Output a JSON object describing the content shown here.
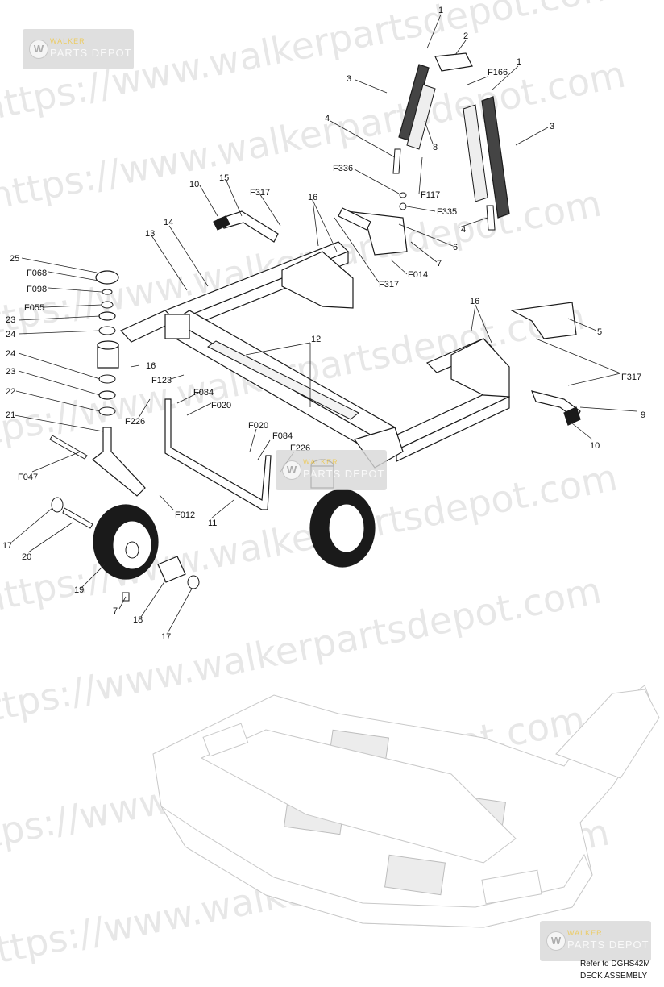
{
  "watermark": {
    "url_text": "https://www.walkerpartsdepot.com",
    "logo_top": "WALKER",
    "logo_bottom": "PARTS DEPOT",
    "logo_letter": "W"
  },
  "part_labels": {
    "p1a": "1",
    "p2": "2",
    "p3a": "3",
    "f166": "F166",
    "p1b": "1",
    "p3b": "3",
    "p4a": "4",
    "p8": "8",
    "f336": "F336",
    "f117": "F117",
    "f335": "F335",
    "p4b": "4",
    "p10a": "10",
    "p15": "15",
    "f317a": "F317",
    "p16a": "16",
    "p6": "6",
    "p7a": "7",
    "f014": "F014",
    "f317b": "F317",
    "p25": "25",
    "p14": "14",
    "p13": "13",
    "f068": "F068",
    "f098": "F098",
    "f055": "F055",
    "p23a": "23",
    "p24a": "24",
    "p16b": "16",
    "p5": "5",
    "p12": "12",
    "p24b": "24",
    "p16c": "16",
    "p23b": "23",
    "f123": "F123",
    "f317c": "F317",
    "p22": "22",
    "f084a": "F084",
    "f020a": "F020",
    "f226a": "F226",
    "p9": "9",
    "p21": "21",
    "f020b": "F020",
    "f084b": "F084",
    "p10b": "10",
    "f226b": "F226",
    "f047": "F047",
    "f012": "F012",
    "p11": "11",
    "p17a": "17",
    "p20": "20",
    "p19": "19",
    "p7b": "7",
    "p18": "18",
    "p17b": "17"
  },
  "reference_note": {
    "line1": "Refer to DGHS42M",
    "line2": "DECK ASSEMBLY"
  }
}
